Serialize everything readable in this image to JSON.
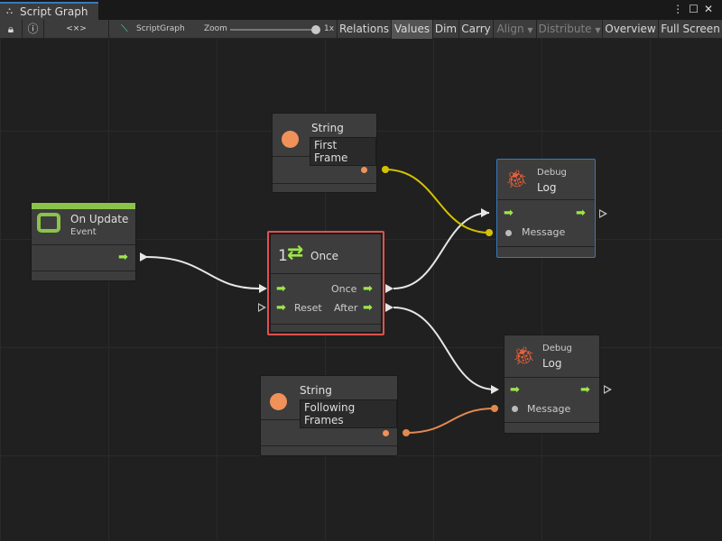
{
  "window": {
    "tab_title": "Script Graph",
    "tab_icon": "hierarchy-icon"
  },
  "toolbar": {
    "lock_icon": "lock-icon",
    "info_icon": "info-icon",
    "code_label": "<×>",
    "graph_name": "ScriptGraph",
    "zoom_label": "Zoom",
    "zoom_value": "1x",
    "zoom_level": 1,
    "buttons": [
      "Relations",
      "Values",
      "Dim",
      "Carry",
      "Align",
      "Distribute",
      "Overview",
      "Full Screen"
    ],
    "active": "Values"
  },
  "nodes": {
    "string1": {
      "title": "String",
      "value": "First Frame",
      "color": "#f0915a"
    },
    "string2": {
      "title": "String",
      "value": "Following Frames",
      "color": "#f0915a"
    },
    "on_update": {
      "title": "On Update",
      "subtitle": "Event",
      "accent": "#8bc34a"
    },
    "once": {
      "title": "Once",
      "count": "1",
      "out_once": "Once",
      "in_reset": "Reset",
      "out_after": "After",
      "selected_color": "#e05050"
    },
    "log1": {
      "category": "Debug",
      "title": "Log",
      "port": "Message"
    },
    "log2": {
      "category": "Debug",
      "title": "Log",
      "port": "Message"
    }
  },
  "colors": {
    "control": "#9de64a",
    "string_wire": "#e08a50",
    "yellow_wire": "#d4c200",
    "flow_wire": "#e6e6e6"
  }
}
